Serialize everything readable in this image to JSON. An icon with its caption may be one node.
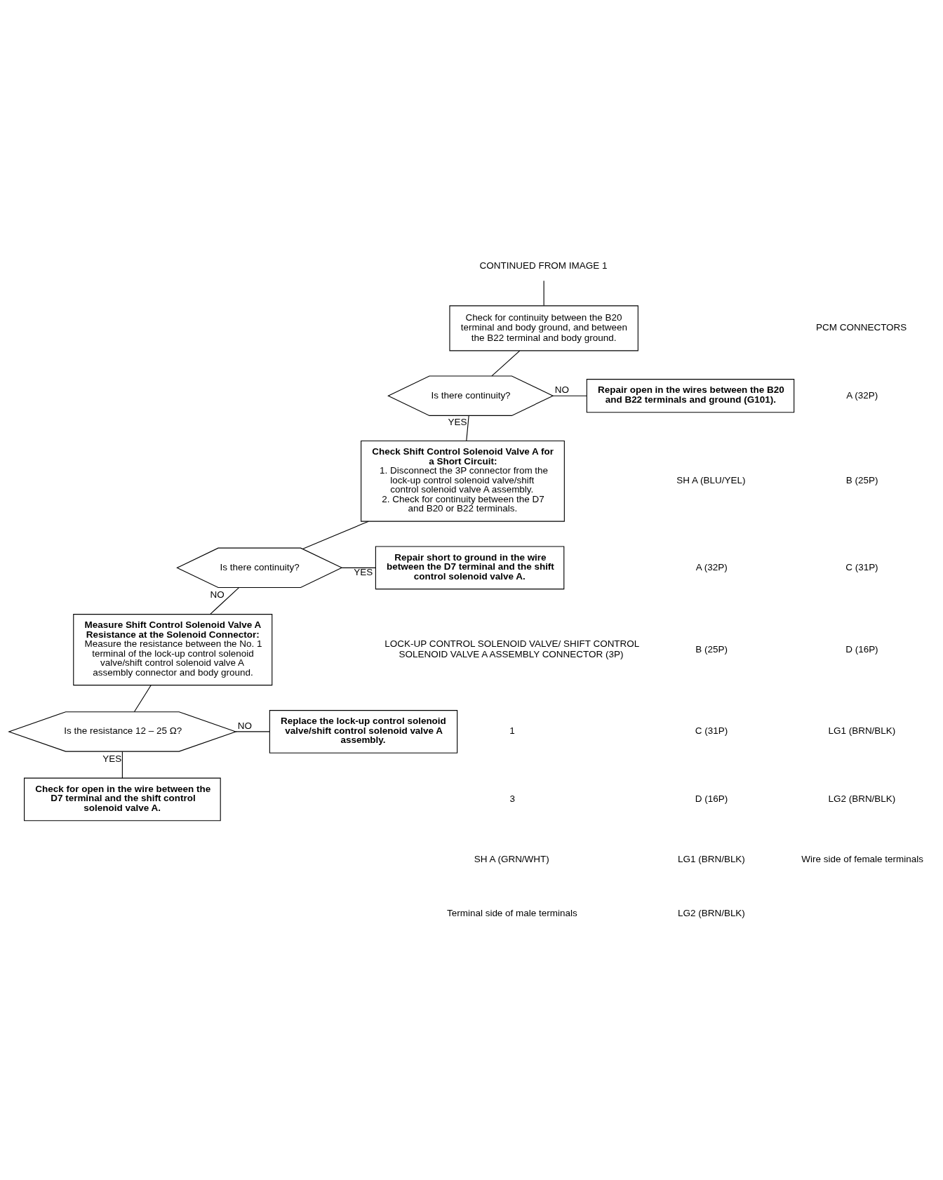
{
  "diagram": {
    "nodes": [
      {
        "text": [
          "CONTINUED FROM IMAGE 1"
        ]
      },
      {
        "text": [
          "Check for continuity between the B20 terminal and body ground, and between the B22 terminal and body ground."
        ]
      },
      {
        "text": [
          "Is there continuity?"
        ]
      },
      {
        "text": [
          "Repair open in the wires between the B20 and B22 terminals and ground (G101)."
        ]
      },
      {
        "text": [
          "Check Shift Control Solenoid Valve A for a Short Circuit:",
          "1. Disconnect the 3P connector from the lock-up control solenoid valve/shift control solenoid valve A assembly.",
          "2. Check for continuity between the D7 and B20 or B22 terminals."
        ]
      },
      {
        "text": [
          "Is there continuity?"
        ]
      },
      {
        "text": [
          "Repair short to ground in the wire between the D7 terminal and the shift control solenoid valve A."
        ]
      },
      {
        "text": [
          "Measure Shift Control Solenoid Valve A Resistance at the Solenoid Connector:",
          "Measure the resistance between the No. 1 terminal of the lock-up control solenoid valve/shift control solenoid valve A assembly connector and body ground."
        ]
      },
      {
        "text": [
          "Is the resistance 12 – 25 Ω?"
        ]
      },
      {
        "text": [
          "Replace the lock-up control solenoid valve/shift control solenoid valve A assembly."
        ]
      },
      {
        "text": [
          "Check for open in the wire between the D7 terminal and the shift control solenoid valve A."
        ]
      }
    ],
    "edges": [
      {
        "from": 0,
        "to": 1,
        "arrow": "none"
      },
      {
        "from": 1,
        "to": 2,
        "arrow": "none"
      },
      {
        "from": 2,
        "to": 3,
        "arrow": "none",
        "label": "NO"
      },
      {
        "from": 2,
        "to": 4,
        "arrow": "none",
        "label": "YES"
      },
      {
        "from": 4,
        "to": 5,
        "arrow": "none"
      },
      {
        "from": 5,
        "to": 6,
        "arrow": "none",
        "label": "YES"
      },
      {
        "from": 5,
        "to": 7,
        "arrow": "none",
        "label": "NO"
      },
      {
        "from": 7,
        "to": 8,
        "arrow": "none"
      },
      {
        "from": 8,
        "to": 9,
        "arrow": "none",
        "label": "NO"
      },
      {
        "from": 8,
        "to": 10,
        "arrow": "none",
        "label": "YES"
      }
    ],
    "labels": [
      "PCM CONNECTORS",
      "A (32P)",
      "B (25P)",
      "C (31P)",
      "D (16P)",
      "LG1 (BRN/BLK)",
      "LG2 (BRN/BLK)",
      "Wire side of female terminals",
      "SH A (BLU/YEL)",
      "A (32P)",
      "B (25P)",
      "C (31P)",
      "D (16P)",
      "LG1 (BRN/BLK)",
      "LG2 (BRN/BLK)",
      "LOCK-UP CONTROL SOLENOID VALVE/ SHIFT CONTROL SOLENOID VALVE A ASSEMBLY CONNECTOR (3P)",
      "1",
      "3",
      "SH A (GRN/WHT)",
      "Terminal side of male terminals"
    ]
  }
}
